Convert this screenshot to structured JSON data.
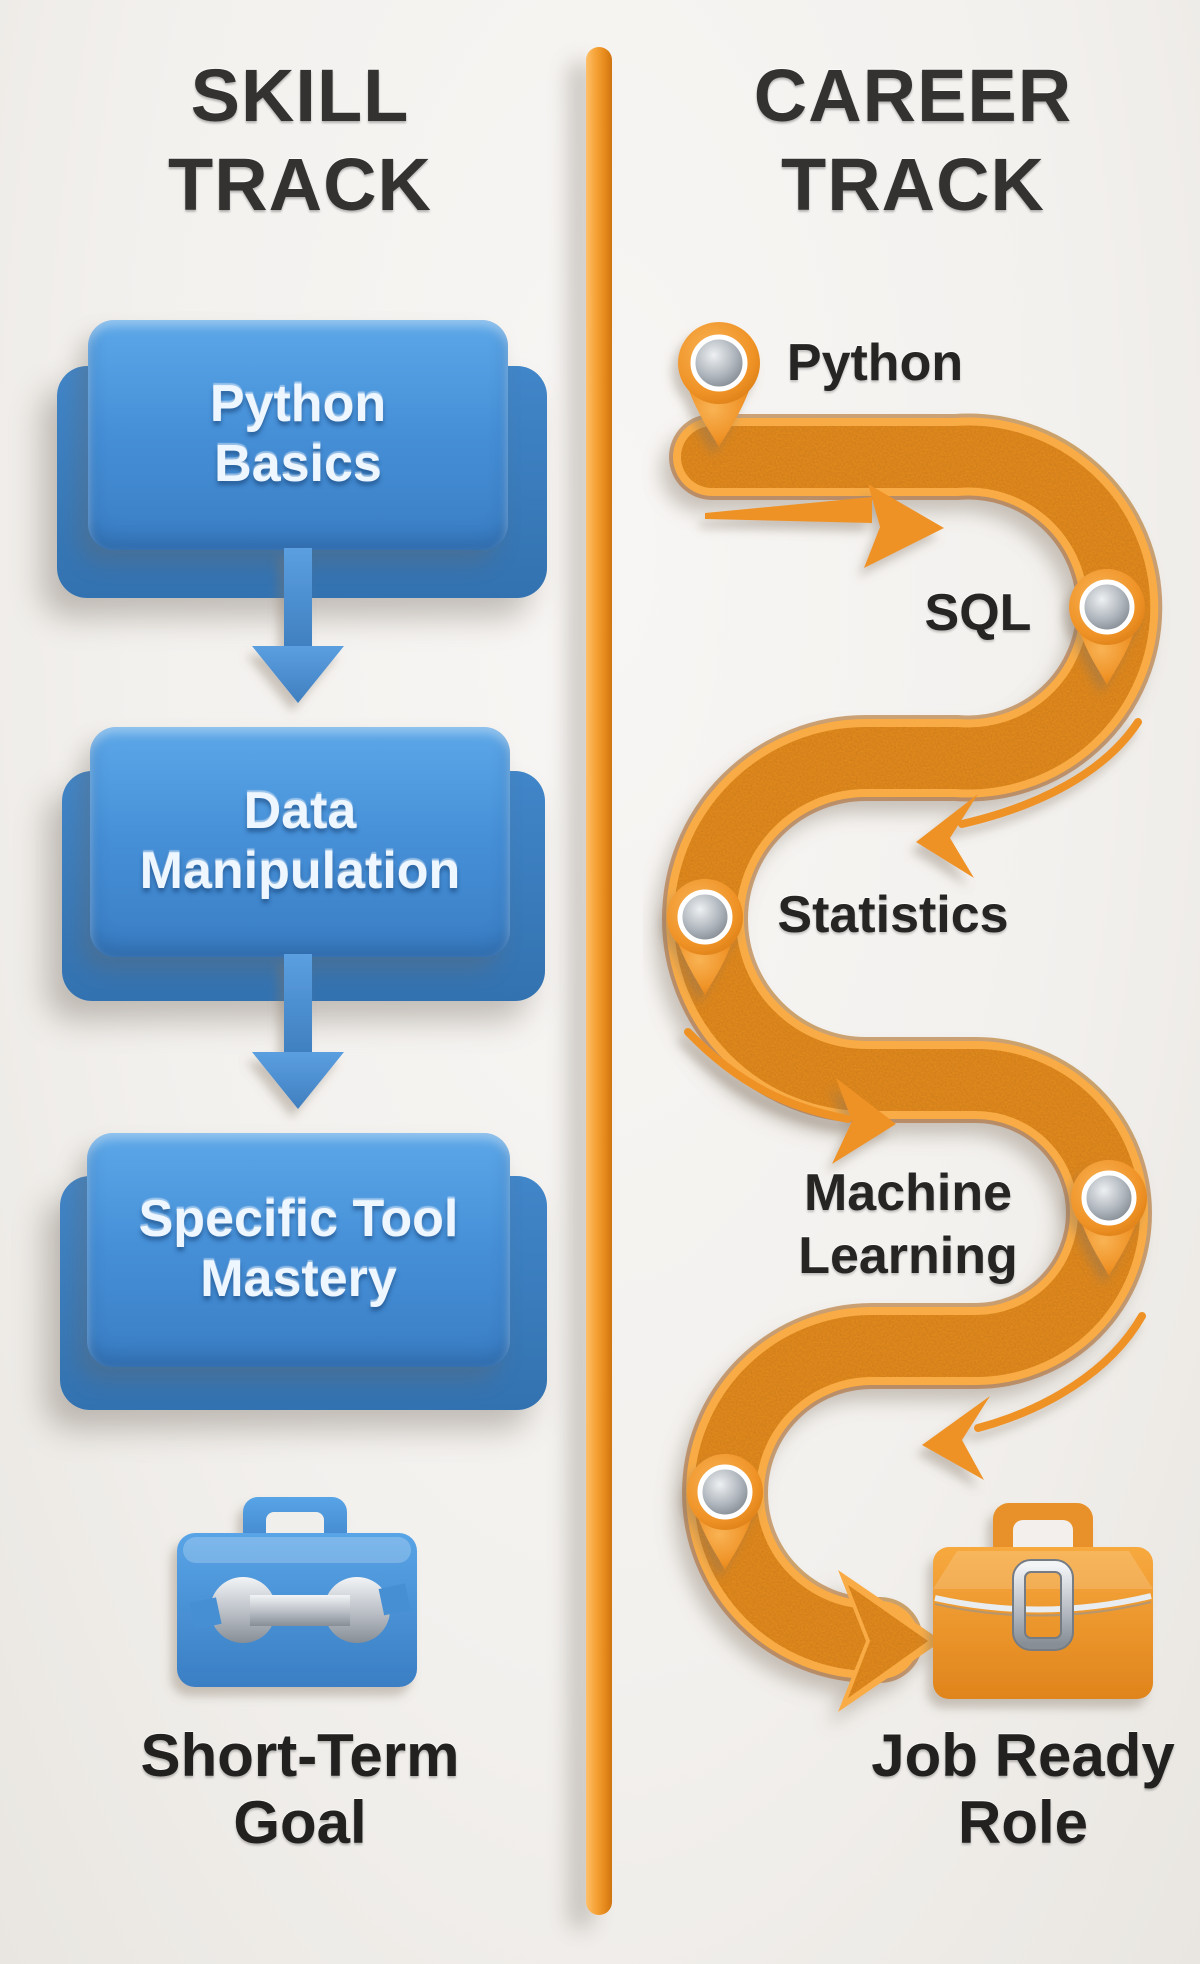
{
  "header": {
    "left_title": "SKILL TRACK",
    "right_title": "CAREER TRACK"
  },
  "skill_track": {
    "boxes": [
      "Python Basics",
      "Data Manipulation",
      "Specific Tool Mastery"
    ],
    "icon": "toolbox-wrench-icon",
    "goal": "Short-Term Goal"
  },
  "career_track": {
    "milestones": [
      "Python",
      "SQL",
      "Statistics",
      "Machine Learning"
    ],
    "icon": "briefcase-icon",
    "goal": "Job Ready Role"
  },
  "colors": {
    "accent_blue": "#4690d8",
    "accent_orange": "#ee9227",
    "title_text": "#333231",
    "label_text": "#262524",
    "box_text": "#eef6ff",
    "pin_bolt_silver": "#b7bdc4",
    "background": "#f3f1ee"
  }
}
